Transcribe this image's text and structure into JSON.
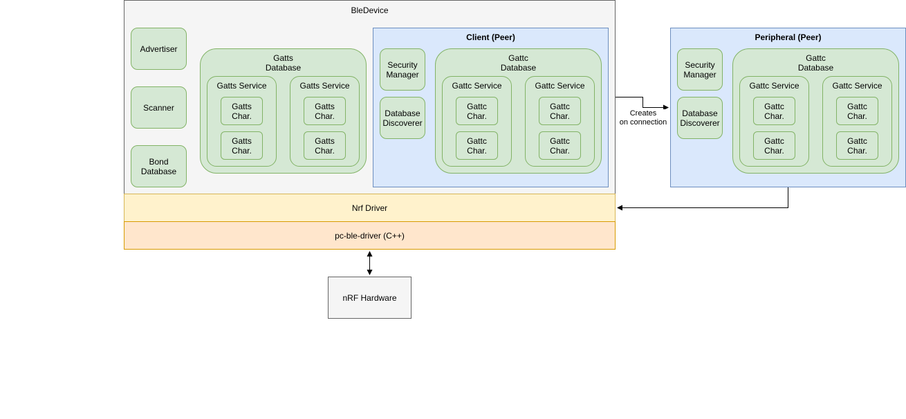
{
  "ble_device": {
    "title": "BleDevice",
    "advertiser": "Advertiser",
    "scanner": "Scanner",
    "bond_database": "Bond\nDatabase",
    "gatts_database": {
      "title": "Gatts\nDatabase",
      "services": [
        {
          "title": "Gatts Service",
          "chars": [
            "Gatts\nChar.",
            "Gatts\nChar."
          ]
        },
        {
          "title": "Gatts Service",
          "chars": [
            "Gatts\nChar.",
            "Gatts\nChar."
          ]
        }
      ]
    },
    "client": {
      "title": "Client (Peer)",
      "security_manager": "Security\nManager",
      "database_discoverer": "Database\nDiscoverer",
      "gattc_database": {
        "title": "Gattc\nDatabase",
        "services": [
          {
            "title": "Gattc Service",
            "chars": [
              "Gattc\nChar.",
              "Gattc\nChar."
            ]
          },
          {
            "title": "Gattc Service",
            "chars": [
              "Gattc\nChar.",
              "Gattc\nChar."
            ]
          }
        ]
      }
    }
  },
  "peripheral": {
    "title": "Peripheral (Peer)",
    "security_manager": "Security\nManager",
    "database_discoverer": "Database\nDiscoverer",
    "gattc_database": {
      "title": "Gattc\nDatabase",
      "services": [
        {
          "title": "Gattc Service",
          "chars": [
            "Gattc\nChar.",
            "Gattc\nChar."
          ]
        },
        {
          "title": "Gattc Service",
          "chars": [
            "Gattc\nChar.",
            "Gattc\nChar."
          ]
        }
      ]
    }
  },
  "nrf_driver": "Nrf Driver",
  "pc_ble_driver": "pc-ble-driver (C++)",
  "nrf_hardware": "nRF Hardware",
  "edge_creates": "Creates\non connection",
  "colors": {
    "green_fill": "#d5e8d4",
    "green_stroke": "#82b366",
    "blue_fill": "#dae8fc",
    "blue_stroke": "#6c8ebf",
    "gray_fill": "#f5f5f5",
    "gray_stroke": "#666666",
    "yellow_fill": "#fff2cc",
    "yellow_stroke": "#d6b656",
    "orange_fill": "#ffe6cc",
    "orange_stroke": "#d79b00"
  }
}
